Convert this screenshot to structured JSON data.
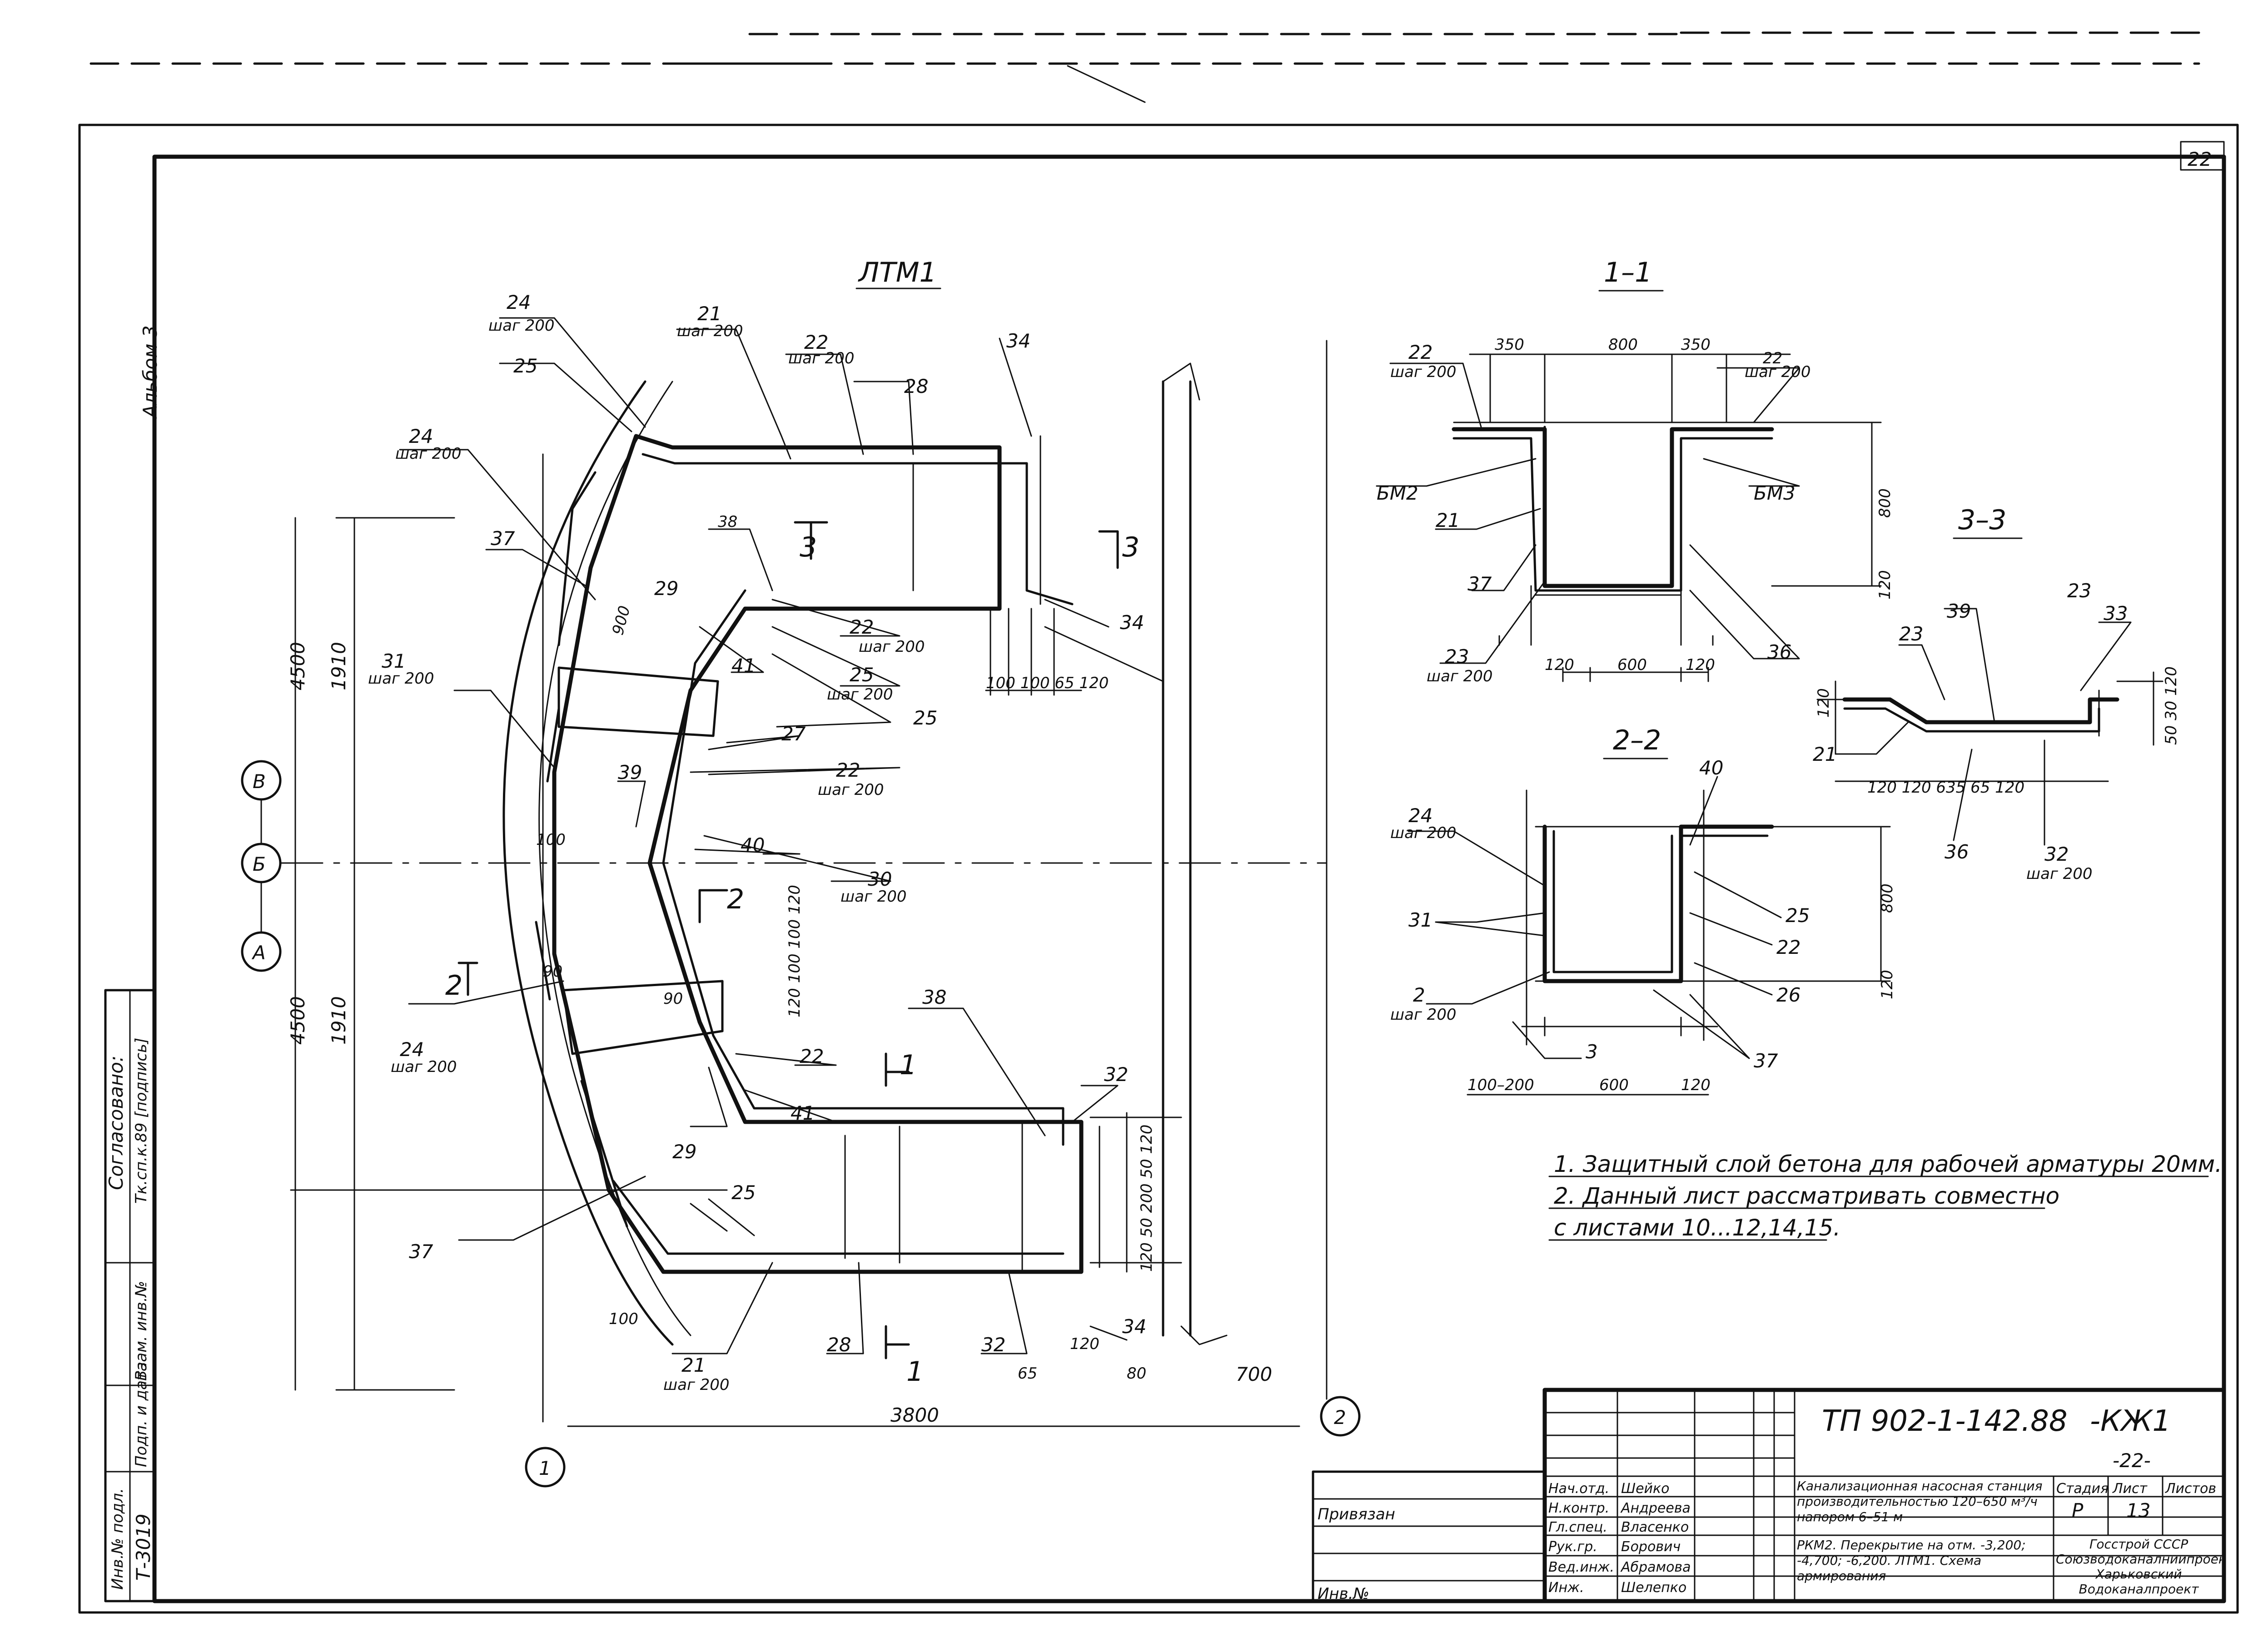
{
  "sheet": {
    "sheet_no": "22",
    "album": "Альбом 3"
  },
  "titles": {
    "plan": "ЛТМ1",
    "s11": "1–1",
    "s22": "2–2",
    "s33": "3–3",
    "sec3_cut": "3",
    "sec3_cut_b": "3",
    "sec2_cut": "2",
    "sec2_cut_b": "2",
    "sec1_cut": "1",
    "sec1_cut_b": "1"
  },
  "axes": {
    "b1": "В",
    "b2": "Б",
    "b3": "А",
    "n1": "1",
    "n2": "2"
  },
  "step": "шаг 200",
  "plan_labels": {
    "l21t": "21",
    "l22t": "22",
    "l24t": "24",
    "l25t": "25",
    "l28t": "28",
    "l34t": "34",
    "l24a": "24",
    "l37a": "37",
    "l38a": "38",
    "l29a": "29",
    "l22b": "22",
    "l25b": "25",
    "l41a": "41",
    "l25c": "25",
    "l27": "27",
    "l22c": "22",
    "l40": "40",
    "l30": "30",
    "l31": "31",
    "l39": "39",
    "l34b": "34",
    "l38b": "38",
    "l32a": "32",
    "l24b": "24",
    "l22d": "22",
    "l41b": "41",
    "l29b": "29",
    "l25d": "25",
    "l37b": "37",
    "l21b": "21",
    "l28b": "28",
    "l32b": "32",
    "l34c": "34"
  },
  "plan_dims": {
    "d4500a": "4500",
    "d4500b": "4500",
    "d1910a": "1910",
    "d1910b": "1910",
    "d900": "900",
    "d100a": "100",
    "d90a": "90",
    "d90b": "90",
    "d100b": "100",
    "d3800": "3800",
    "d65": "65",
    "d80": "80",
    "d700": "700",
    "d120a": "120",
    "d_row": "100 100 65 120",
    "d_stack": "120 100 100 120",
    "d_right": "120 50 200 50 120"
  },
  "s11": {
    "d350a": "350",
    "d800": "800",
    "d350b": "350",
    "dh800": "800",
    "dh120": "120",
    "d120a": "120",
    "d600": "600",
    "d120b": "120",
    "l22a": "22",
    "l22b": "22",
    "bm2": "БМ2",
    "bm3": "БМ3",
    "l21": "21",
    "l37": "37",
    "l23": "23",
    "l36": "36"
  },
  "s22": {
    "l24": "24",
    "l31": "31",
    "l25": "25",
    "l22": "22",
    "l26": "26",
    "l40": "40",
    "l2": "2",
    "l3": "3",
    "l37": "37",
    "dh800": "800",
    "dh120": "120",
    "d100": "100–200",
    "d600": "600",
    "d120": "120"
  },
  "s33": {
    "l23a": "23",
    "l23b": "23",
    "l39": "39",
    "l33": "33",
    "l21": "21",
    "l36": "36",
    "l32": "32",
    "d_bottom": "120   120     635    65   120",
    "d120l": "120",
    "d_right": "50  30  120"
  },
  "notes": [
    "1. Защитный слой бетона для рабочей арматуры 20мм.",
    "2. Данный лист рассматривать совместно",
    "с листами 10...12,14,15."
  ],
  "left_strip": {
    "agreed": "Согласовано:",
    "agreed_sign": "Тк.сп.к.89  [подпись]",
    "cells": [
      "Инв.№ подл.",
      "Подп. и дата",
      "Взам. инв.№",
      "Т-3019"
    ]
  },
  "title_block": {
    "code": "ТП 902-1-142.88",
    "mark": "-КЖ1",
    "stamp": "-22-",
    "bind": "Привязан",
    "inv": "Инв.№",
    "roles": [
      "Нач.отд.",
      "Н.контр.",
      "Гл.спец.",
      "Рук.гр.",
      "Вед.инж.",
      "Инж."
    ],
    "names": [
      "Шейко",
      "Андреева",
      "Власенко",
      "Борович",
      "Абрамова",
      "Шелепко"
    ],
    "name_cell": "Канализационная насосная станция производительностью 120–650 м³/ч напором 6–51 м",
    "sheet_title": "РКМ2. Перекрытие на отм. -3,200; -4,700; -6,200. ЛТМ1. Схема армирования",
    "stage_h": "Стадия",
    "list_h": "Лист",
    "lists_h": "Листов",
    "stage": "Р",
    "list": "13",
    "org": "Госстрой СССР Союзводоканалниипроект Харьковский Водоканалпроект"
  }
}
